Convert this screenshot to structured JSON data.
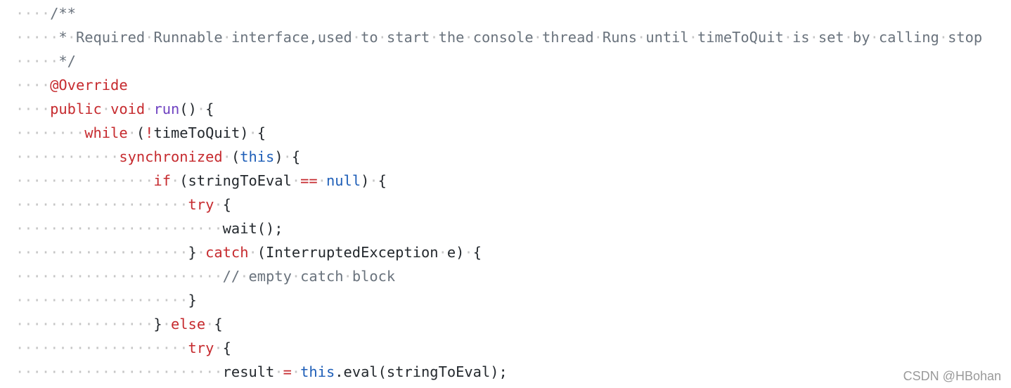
{
  "code": {
    "lines": [
      {
        "tokens": [
          {
            "t": "····",
            "c": "ws"
          },
          {
            "t": "/**",
            "c": "cm"
          }
        ]
      },
      {
        "tokens": [
          {
            "t": "·····",
            "c": "ws"
          },
          {
            "t": "*",
            "c": "cm"
          },
          {
            "t": "·",
            "c": "ws"
          },
          {
            "t": "Required",
            "c": "cm"
          },
          {
            "t": "·",
            "c": "ws"
          },
          {
            "t": "Runnable",
            "c": "cm"
          },
          {
            "t": "·",
            "c": "ws"
          },
          {
            "t": "interface,used",
            "c": "cm"
          },
          {
            "t": "·",
            "c": "ws"
          },
          {
            "t": "to",
            "c": "cm"
          },
          {
            "t": "·",
            "c": "ws"
          },
          {
            "t": "start",
            "c": "cm"
          },
          {
            "t": "·",
            "c": "ws"
          },
          {
            "t": "the",
            "c": "cm"
          },
          {
            "t": "·",
            "c": "ws"
          },
          {
            "t": "console",
            "c": "cm"
          },
          {
            "t": "·",
            "c": "ws"
          },
          {
            "t": "thread",
            "c": "cm"
          },
          {
            "t": "·",
            "c": "ws"
          },
          {
            "t": "Runs",
            "c": "cm"
          },
          {
            "t": "·",
            "c": "ws"
          },
          {
            "t": "until",
            "c": "cm"
          },
          {
            "t": "·",
            "c": "ws"
          },
          {
            "t": "timeToQuit",
            "c": "cm"
          },
          {
            "t": "·",
            "c": "ws"
          },
          {
            "t": "is",
            "c": "cm"
          },
          {
            "t": "·",
            "c": "ws"
          },
          {
            "t": "set",
            "c": "cm"
          },
          {
            "t": "·",
            "c": "ws"
          },
          {
            "t": "by",
            "c": "cm"
          },
          {
            "t": "·",
            "c": "ws"
          },
          {
            "t": "calling",
            "c": "cm"
          },
          {
            "t": "·",
            "c": "ws"
          },
          {
            "t": "stop",
            "c": "cm"
          }
        ]
      },
      {
        "tokens": [
          {
            "t": "·····",
            "c": "ws"
          },
          {
            "t": "*/",
            "c": "cm"
          }
        ]
      },
      {
        "tokens": [
          {
            "t": "····",
            "c": "ws"
          },
          {
            "t": "@Override",
            "c": "kw"
          }
        ]
      },
      {
        "tokens": [
          {
            "t": "····",
            "c": "ws"
          },
          {
            "t": "public",
            "c": "kw"
          },
          {
            "t": "·",
            "c": "ws"
          },
          {
            "t": "void",
            "c": "kw"
          },
          {
            "t": "·",
            "c": "ws"
          },
          {
            "t": "run",
            "c": "fn"
          },
          {
            "t": "()",
            "c": "tx"
          },
          {
            "t": "·",
            "c": "ws"
          },
          {
            "t": "{",
            "c": "tx"
          }
        ]
      },
      {
        "tokens": [
          {
            "t": "········",
            "c": "ws"
          },
          {
            "t": "while",
            "c": "kw"
          },
          {
            "t": "·",
            "c": "ws"
          },
          {
            "t": "(",
            "c": "tx"
          },
          {
            "t": "!",
            "c": "op"
          },
          {
            "t": "timeToQuit)",
            "c": "tx"
          },
          {
            "t": "·",
            "c": "ws"
          },
          {
            "t": "{",
            "c": "tx"
          }
        ]
      },
      {
        "tokens": [
          {
            "t": "············",
            "c": "ws"
          },
          {
            "t": "synchronized",
            "c": "kw"
          },
          {
            "t": "·",
            "c": "ws"
          },
          {
            "t": "(",
            "c": "tx"
          },
          {
            "t": "this",
            "c": "cn"
          },
          {
            "t": ")",
            "c": "tx"
          },
          {
            "t": "·",
            "c": "ws"
          },
          {
            "t": "{",
            "c": "tx"
          }
        ]
      },
      {
        "tokens": [
          {
            "t": "················",
            "c": "ws"
          },
          {
            "t": "if",
            "c": "kw"
          },
          {
            "t": "·",
            "c": "ws"
          },
          {
            "t": "(stringToEval",
            "c": "tx"
          },
          {
            "t": "·",
            "c": "ws"
          },
          {
            "t": "==",
            "c": "op"
          },
          {
            "t": "·",
            "c": "ws"
          },
          {
            "t": "null",
            "c": "cn"
          },
          {
            "t": ")",
            "c": "tx"
          },
          {
            "t": "·",
            "c": "ws"
          },
          {
            "t": "{",
            "c": "tx"
          }
        ]
      },
      {
        "tokens": [
          {
            "t": "····················",
            "c": "ws"
          },
          {
            "t": "try",
            "c": "kw"
          },
          {
            "t": "·",
            "c": "ws"
          },
          {
            "t": "{",
            "c": "tx"
          }
        ]
      },
      {
        "tokens": [
          {
            "t": "························",
            "c": "ws"
          },
          {
            "t": "wait();",
            "c": "tx"
          }
        ]
      },
      {
        "tokens": [
          {
            "t": "····················",
            "c": "ws"
          },
          {
            "t": "}",
            "c": "tx"
          },
          {
            "t": "·",
            "c": "ws"
          },
          {
            "t": "catch",
            "c": "kw"
          },
          {
            "t": "·",
            "c": "ws"
          },
          {
            "t": "(InterruptedException",
            "c": "tx"
          },
          {
            "t": "·",
            "c": "ws"
          },
          {
            "t": "e)",
            "c": "tx"
          },
          {
            "t": "·",
            "c": "ws"
          },
          {
            "t": "{",
            "c": "tx"
          }
        ]
      },
      {
        "tokens": [
          {
            "t": "························",
            "c": "ws"
          },
          {
            "t": "//",
            "c": "cm"
          },
          {
            "t": "·",
            "c": "ws"
          },
          {
            "t": "empty",
            "c": "cm"
          },
          {
            "t": "·",
            "c": "ws"
          },
          {
            "t": "catch",
            "c": "cm"
          },
          {
            "t": "·",
            "c": "ws"
          },
          {
            "t": "block",
            "c": "cm"
          }
        ]
      },
      {
        "tokens": [
          {
            "t": "····················",
            "c": "ws"
          },
          {
            "t": "}",
            "c": "tx"
          }
        ]
      },
      {
        "tokens": [
          {
            "t": "················",
            "c": "ws"
          },
          {
            "t": "}",
            "c": "tx"
          },
          {
            "t": "·",
            "c": "ws"
          },
          {
            "t": "else",
            "c": "kw"
          },
          {
            "t": "·",
            "c": "ws"
          },
          {
            "t": "{",
            "c": "tx"
          }
        ]
      },
      {
        "tokens": [
          {
            "t": "····················",
            "c": "ws"
          },
          {
            "t": "try",
            "c": "kw"
          },
          {
            "t": "·",
            "c": "ws"
          },
          {
            "t": "{",
            "c": "tx"
          }
        ]
      },
      {
        "tokens": [
          {
            "t": "························",
            "c": "ws"
          },
          {
            "t": "result",
            "c": "tx"
          },
          {
            "t": "·",
            "c": "ws"
          },
          {
            "t": "=",
            "c": "op"
          },
          {
            "t": "·",
            "c": "ws"
          },
          {
            "t": "this",
            "c": "cn"
          },
          {
            "t": ".eval(stringToEval);",
            "c": "tx"
          }
        ]
      }
    ]
  },
  "watermark": {
    "text": "CSDN @HBohan"
  }
}
